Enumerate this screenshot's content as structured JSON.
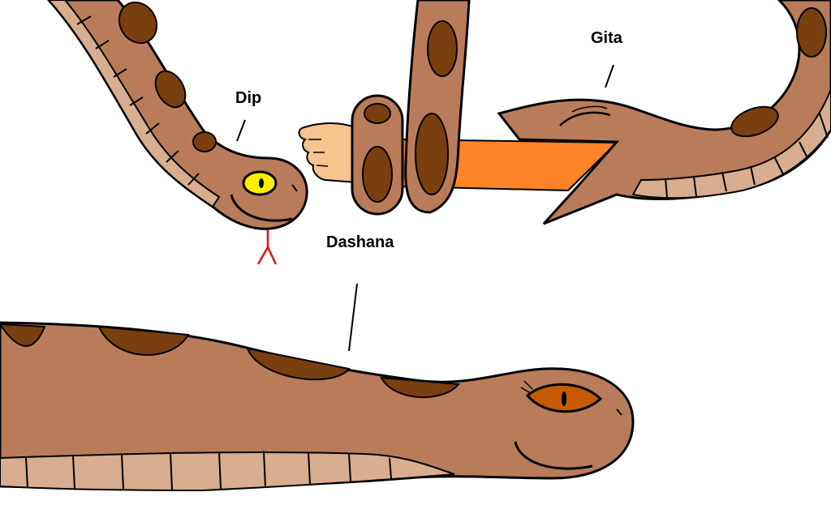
{
  "characters": {
    "dip": {
      "name": "Dip"
    },
    "gita": {
      "name": "Gita"
    },
    "dashana": {
      "name": "Dashana"
    }
  },
  "colors": {
    "snake_body": "#b97c5b",
    "snake_spot": "#7a3f0f",
    "snake_belly": "#d9ad8f",
    "outline": "#000000",
    "dip_eye": "#ffee00",
    "dashana_eye": "#c75a00",
    "tongue": "#e01010",
    "skin": "#f7c38f",
    "sleeve": "#ff8427",
    "background": "#ffffff"
  }
}
